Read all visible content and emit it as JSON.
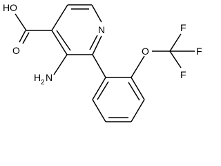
{
  "molecule": {
    "atoms": {
      "ho": "HO",
      "o_carbonyl": "O",
      "n_ring": "N",
      "nh2_main": "H",
      "nh2_sub": "2",
      "nh2_n": "N",
      "o_ether": "O",
      "f_top": "F",
      "f_right": "F",
      "f_bottom": "F"
    }
  }
}
